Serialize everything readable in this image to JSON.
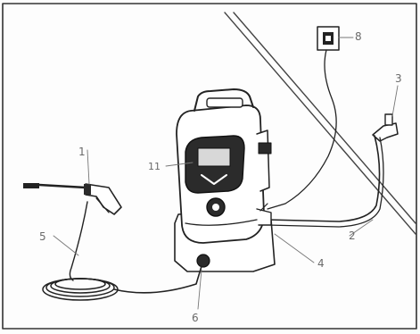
{
  "figure": {
    "callouts": {
      "c1": "1",
      "c2": "2",
      "c3": "3",
      "c4": "4",
      "c5": "5",
      "c6": "6",
      "c8": "8",
      "c11": "11"
    },
    "colors": {
      "line": "#222222",
      "machine_body": "#ffffff",
      "panel": "#2b2b2b",
      "leader": "#777777",
      "frame": "#333333"
    },
    "icons": [
      "spray-gun-icon",
      "hose-reel-icon",
      "pressure-washer-icon",
      "water-tap-icon",
      "wall-socket-icon",
      "power-cord-icon"
    ]
  }
}
